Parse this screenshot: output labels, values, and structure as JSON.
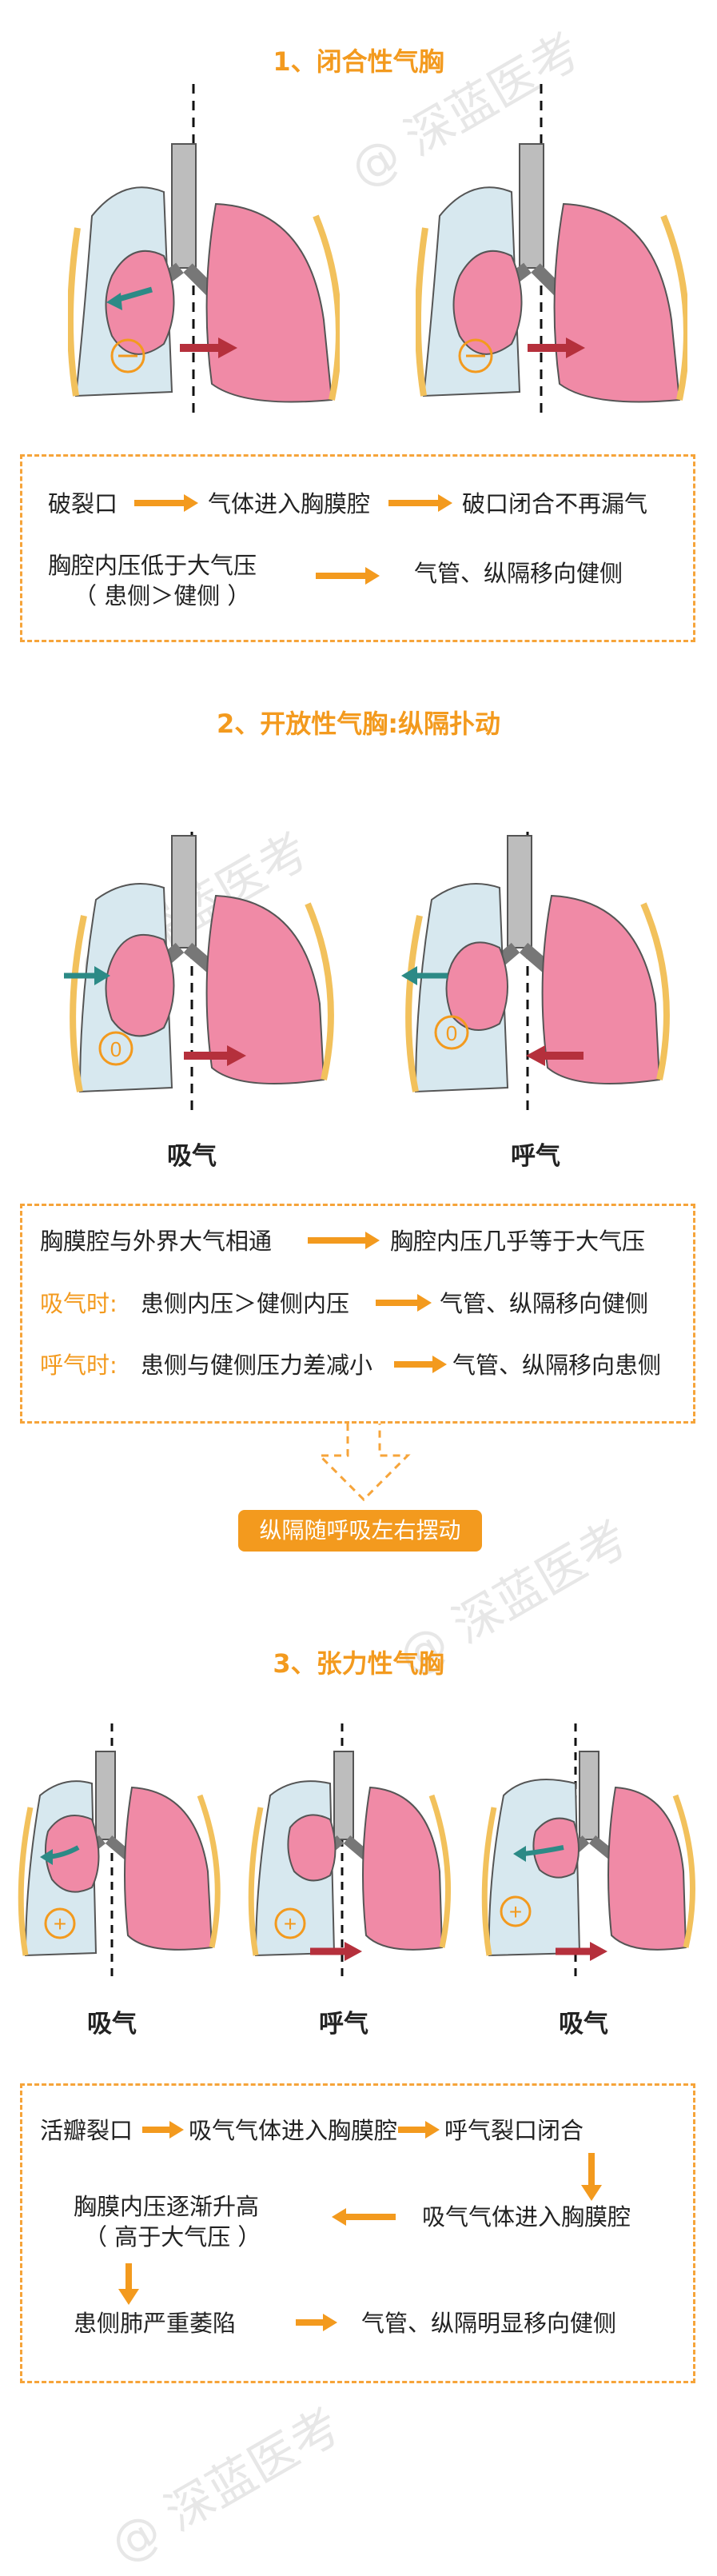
{
  "watermark": "@ 深蓝医考",
  "section1": {
    "title": "1、闭合性气胸",
    "signs": [
      "⊖",
      "⊖"
    ],
    "box": {
      "row1": [
        "破裂口",
        "气体进入胸膜腔",
        "破口闭合不再漏气"
      ],
      "row2_line1": "胸腔内压低于大气压",
      "row2_line2": "（ 患侧＞健侧 ）",
      "row2_result": "气管、纵隔移向健侧"
    }
  },
  "section2": {
    "title": "2、开放性气胸:纵隔扑动",
    "signs": [
      "0",
      "0"
    ],
    "captions": [
      "吸气",
      "呼气"
    ],
    "box": {
      "row1_left": "胸膜腔与外界大气相通",
      "row1_right": "胸腔内压几乎等于大气压",
      "row2_label": "吸气时:",
      "row2_text": "患侧内压＞健侧内压",
      "row2_result": "气管、纵隔移向健侧",
      "row3_label": "呼气时:",
      "row3_text": "患侧与健侧压力差减小",
      "row3_result": "气管、纵隔移向患侧"
    },
    "conclusion": "纵隔随呼吸左右摆动"
  },
  "section3": {
    "title": "3、张力性气胸",
    "signs": [
      "+",
      "+",
      "+"
    ],
    "captions": [
      "吸气",
      "呼气",
      "吸气"
    ],
    "box": {
      "row1": [
        "活瓣裂口",
        "吸气气体进入胸膜腔",
        "呼气裂口闭合"
      ],
      "row2_left_line1": "胸膜内压逐渐升高",
      "row2_left_line2": "（ 高于大气压 ）",
      "row2_right": "吸气气体进入胸膜腔",
      "row3_left": "患侧肺严重萎陷",
      "row3_right": "气管、纵隔明显移向健侧"
    }
  },
  "colors": {
    "accent": "#f39a1e",
    "lung": "#f08aa6",
    "pleura": "#d7e8ef",
    "rib": "#f2c15c",
    "shift_arrow": "#b5303c",
    "air_arrow": "#2c8a86"
  }
}
